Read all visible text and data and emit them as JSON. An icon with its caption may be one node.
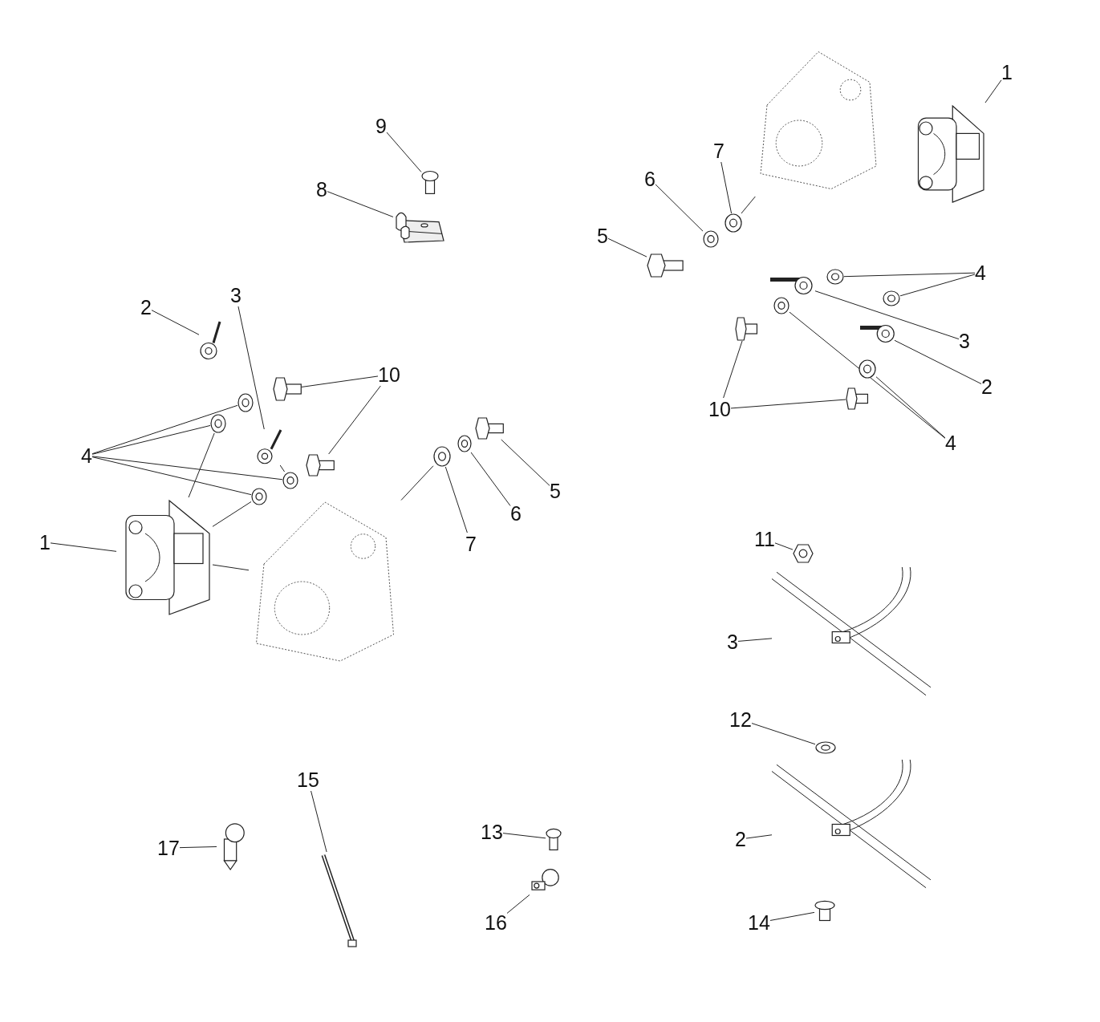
{
  "diagram": {
    "nodes": [
      {
        "text": [
          "1"
        ]
      },
      {
        "text": [],
        "shape": "picture"
      },
      {
        "text": [],
        "shape": "picture"
      },
      {
        "text": [
          "9"
        ]
      },
      {
        "text": [],
        "shape": "picture"
      },
      {
        "text": [
          "7"
        ]
      },
      {
        "text": [
          "6"
        ]
      },
      {
        "text": [
          "8"
        ]
      },
      {
        "text": [],
        "shape": "picture"
      },
      {
        "text": [],
        "shape": "picture"
      },
      {
        "text": [],
        "shape": "picture"
      },
      {
        "text": [
          "5"
        ]
      },
      {
        "text": [],
        "shape": "picture"
      },
      {
        "text": [
          "4"
        ]
      },
      {
        "text": [],
        "shape": "picture"
      },
      {
        "text": [],
        "shape": "picture"
      },
      {
        "text": [],
        "shape": "picture"
      },
      {
        "text": [],
        "shape": "picture"
      },
      {
        "text": [
          "2"
        ]
      },
      {
        "text": [
          "3"
        ]
      },
      {
        "text": [],
        "shape": "picture"
      },
      {
        "text": [],
        "shape": "picture"
      },
      {
        "text": [],
        "shape": "picture"
      },
      {
        "text": [
          "3"
        ]
      },
      {
        "text": [
          "10"
        ]
      },
      {
        "text": [],
        "shape": "picture"
      },
      {
        "text": [],
        "shape": "picture"
      },
      {
        "text": [
          "2"
        ]
      },
      {
        "text": [],
        "shape": "picture"
      },
      {
        "text": [],
        "shape": "picture"
      },
      {
        "text": [
          "10"
        ]
      },
      {
        "text": [],
        "shape": "picture"
      },
      {
        "text": [],
        "shape": "picture"
      },
      {
        "text": [],
        "shape": "picture"
      },
      {
        "text": [
          "4"
        ]
      },
      {
        "text": [],
        "shape": "picture"
      },
      {
        "text": [],
        "shape": "picture"
      },
      {
        "text": [],
        "shape": "picture"
      },
      {
        "text": [
          "4"
        ]
      },
      {
        "text": [],
        "shape": "picture"
      },
      {
        "text": [],
        "shape": "picture"
      },
      {
        "text": [
          "5"
        ]
      },
      {
        "text": [
          "6"
        ]
      },
      {
        "text": [],
        "shape": "picture"
      },
      {
        "text": [],
        "shape": "picture"
      },
      {
        "text": [
          "1"
        ]
      },
      {
        "text": [
          "7"
        ]
      },
      {
        "text": [
          "11"
        ]
      },
      {
        "text": [],
        "shape": "picture"
      },
      {
        "text": [],
        "shape": "picture"
      },
      {
        "text": [
          "3"
        ]
      },
      {
        "text": [
          "12"
        ]
      },
      {
        "text": [],
        "shape": "picture"
      },
      {
        "text": [],
        "shape": "picture"
      },
      {
        "text": [
          "15"
        ]
      },
      {
        "text": [
          "13"
        ]
      },
      {
        "text": [
          "2"
        ]
      },
      {
        "text": [
          "17"
        ]
      },
      {
        "text": [],
        "shape": "picture"
      },
      {
        "text": [],
        "shape": "picture"
      },
      {
        "text": [],
        "shape": "picture"
      },
      {
        "text": [],
        "shape": "picture"
      },
      {
        "text": [
          "14"
        ]
      },
      {
        "text": [],
        "shape": "picture"
      },
      {
        "text": [
          "16"
        ]
      }
    ],
    "edges": [
      {
        "from": 0,
        "to": 1,
        "arrow": "none"
      },
      {
        "from": 3,
        "to": 4,
        "arrow": "none"
      },
      {
        "from": 5,
        "to": 9,
        "arrow": "none"
      },
      {
        "from": 6,
        "to": 10,
        "arrow": "none"
      },
      {
        "from": 7,
        "to": 8,
        "arrow": "none"
      },
      {
        "from": 11,
        "to": 12,
        "arrow": "none"
      },
      {
        "from": 13,
        "to": 14,
        "arrow": "none"
      },
      {
        "from": 13,
        "to": 15,
        "arrow": "none"
      },
      {
        "from": 23,
        "to": 16,
        "arrow": "none"
      },
      {
        "from": 27,
        "to": 22,
        "arrow": "none"
      },
      {
        "from": 30,
        "to": 21,
        "arrow": "none"
      },
      {
        "from": 30,
        "to": 28,
        "arrow": "none"
      },
      {
        "from": 38,
        "to": 17,
        "arrow": "none"
      },
      {
        "from": 38,
        "to": 26,
        "arrow": "none"
      },
      {
        "from": 18,
        "to": 20,
        "arrow": "none"
      },
      {
        "from": 19,
        "to": 33,
        "arrow": "none"
      },
      {
        "from": 24,
        "to": 25,
        "arrow": "none"
      },
      {
        "from": 24,
        "to": 32,
        "arrow": "none"
      },
      {
        "from": 34,
        "to": 29,
        "arrow": "none"
      },
      {
        "from": 34,
        "to": 31,
        "arrow": "none"
      },
      {
        "from": 34,
        "to": 39,
        "arrow": "none"
      },
      {
        "from": 34,
        "to": 40,
        "arrow": "none"
      },
      {
        "from": 45,
        "to": 44,
        "arrow": "none"
      },
      {
        "from": 41,
        "to": 36,
        "arrow": "none"
      },
      {
        "from": 42,
        "to": 35,
        "arrow": "none"
      },
      {
        "from": 46,
        "to": 37,
        "arrow": "none"
      },
      {
        "from": 47,
        "to": 48,
        "arrow": "none"
      },
      {
        "from": 50,
        "to": 49,
        "arrow": "none"
      },
      {
        "from": 51,
        "to": 52,
        "arrow": "none"
      },
      {
        "from": 56,
        "to": 53,
        "arrow": "none"
      },
      {
        "from": 62,
        "to": 63,
        "arrow": "none"
      },
      {
        "from": 54,
        "to": 60,
        "arrow": "none"
      },
      {
        "from": 57,
        "to": 58,
        "arrow": "none"
      },
      {
        "from": 55,
        "to": 59,
        "arrow": "none"
      },
      {
        "from": 64,
        "to": 61,
        "arrow": "none"
      },
      {
        "from": 9,
        "to": 2,
        "arrow": "none"
      },
      {
        "from": 31,
        "to": 44,
        "arrow": "none"
      },
      {
        "from": 33,
        "to": 39,
        "arrow": "none"
      },
      {
        "from": 44,
        "to": 40,
        "arrow": "none"
      },
      {
        "from": 44,
        "to": 43,
        "arrow": "none"
      },
      {
        "from": 43,
        "to": 37,
        "arrow": "none"
      }
    ]
  }
}
